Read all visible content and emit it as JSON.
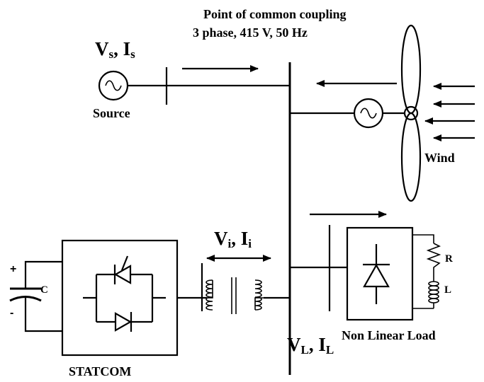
{
  "pcc": {
    "title": "Point of common coupling",
    "rating": "3 phase, 415 V, 50 Hz"
  },
  "source": {
    "v_symbol": "V",
    "v_sub": "s",
    "separator": ", ",
    "i_symbol": "I",
    "i_sub": "s",
    "label": "Source"
  },
  "wind": {
    "label": "Wind"
  },
  "statcom": {
    "v_symbol": "V",
    "v_sub": "i",
    "separator": ", ",
    "i_symbol": "I",
    "i_sub": "i",
    "label": "STATCOM",
    "capacitor_label": "C",
    "plus_sign": "+",
    "minus_sign": "-"
  },
  "load": {
    "v_symbol": "V",
    "v_sub": "L",
    "separator": ", ",
    "i_symbol": "I",
    "i_sub": "L",
    "label": "Non Linear Load",
    "r_label": "R",
    "l_label": "L"
  }
}
